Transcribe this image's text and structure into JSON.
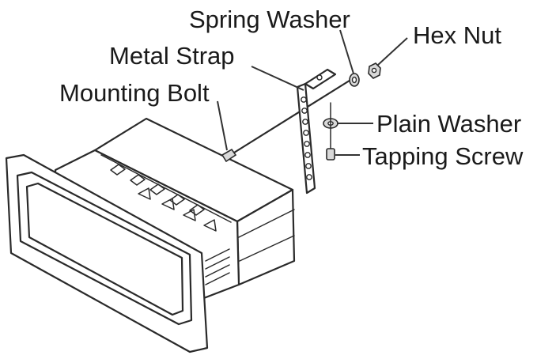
{
  "labels": {
    "spring_washer": "Spring Washer",
    "hex_nut": "Hex Nut",
    "metal_strap": "Metal Strap",
    "mounting_bolt": "Mounting Bolt",
    "plain_washer": "Plain Washer",
    "tapping_screw": "Tapping Screw"
  },
  "colors": {
    "line": "#2a2a2a",
    "background": "#ffffff"
  }
}
